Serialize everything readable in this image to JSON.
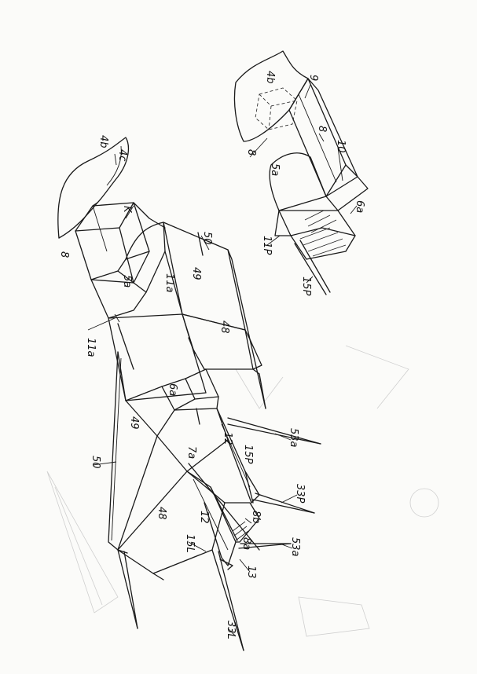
{
  "labels": {
    "l4b_main": "4b",
    "l4c": "4c",
    "lK": "K",
    "l8_main": "8",
    "l50_top": "50",
    "l5a_main": "5a",
    "l11a_mid": "11a",
    "l49_top": "49",
    "l11a_left": "11a",
    "l48_top": "48",
    "l6a_main": "6a",
    "l49_low": "49",
    "l50_left": "50",
    "l53a_top": "53a",
    "l12_top": "12",
    "l7a": "7a",
    "l15P_main": "15P",
    "l33P": "33P",
    "l48_low": "48",
    "l8b": "8b",
    "l12_low": "12",
    "l15L": "15L",
    "l8a_main": "8a",
    "l53a_low": "53a",
    "l13": "13",
    "l33L": "33L",
    "l4b_detail": "4b",
    "l9": "9",
    "l8_detail_a": "8",
    "l8_detail_b": "8",
    "l10": "10",
    "l5a_detail": "5a",
    "l6a_detail": "6a",
    "l11P": "11P",
    "l15P_detail": "15P"
  }
}
